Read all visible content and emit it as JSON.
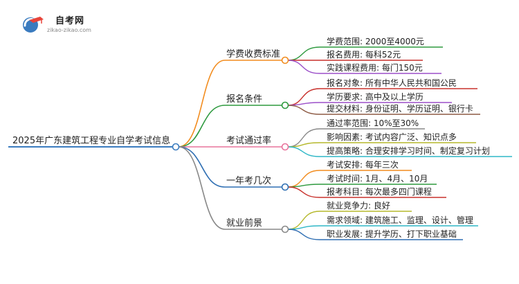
{
  "logo": {
    "name": "自考网",
    "url_text": "zikao-zikao.com"
  },
  "root": {
    "label": "2025年广东建筑工程专业自学考试信息",
    "color": "#3a7bbf"
  },
  "branches": [
    {
      "label": "学费收费标准",
      "color": "#f28c1e",
      "children": [
        {
          "label": "学费范围: 2000至4000元",
          "color": "#2e9a3f"
        },
        {
          "label": "报名费用: 每科52元",
          "color": "#c8302b"
        },
        {
          "label": "实践课程费用: 每门150元",
          "color": "#9b4fc9"
        }
      ]
    },
    {
      "label": "报名条件",
      "color": "#2e9a3f",
      "children": [
        {
          "label": "报名对象: 所有中华人民共和国公民",
          "color": "#c8302b"
        },
        {
          "label": "学历要求: 高中及以上学历",
          "color": "#9b4fc9"
        },
        {
          "label": "提交材料: 身份证明、学历证明、银行卡",
          "color": "#8d5a44"
        }
      ]
    },
    {
      "label": "考试通过率",
      "color": "#e8739c",
      "children": [
        {
          "label": "通过率范围: 10%至30%",
          "color": "#888888"
        },
        {
          "label": "影响因素: 考试内容广泛、知识点多",
          "color": "#b5b82b"
        },
        {
          "label": "提高策略: 合理安排学习时间、制定复习计划",
          "color": "#2fb7c7"
        }
      ]
    },
    {
      "label": "一年考几次",
      "color": "#2f6fb3",
      "children": [
        {
          "label": "考试安排: 每年三次",
          "color": "#f28c1e"
        },
        {
          "label": "考试时间: 1月、4月、10月",
          "color": "#2e9a3f"
        },
        {
          "label": "报考科目: 每次最多四门课程",
          "color": "#c8302b"
        }
      ]
    },
    {
      "label": "就业前景",
      "color": "#888888",
      "children": [
        {
          "label": "就业竞争力: 良好",
          "color": "#b5b82b"
        },
        {
          "label": "需求领域: 建筑施工、监理、设计、管理",
          "color": "#2fb7c7"
        },
        {
          "label": "职业发展: 提升学历、打下职业基础",
          "color": "#2f6fb3"
        }
      ]
    }
  ]
}
